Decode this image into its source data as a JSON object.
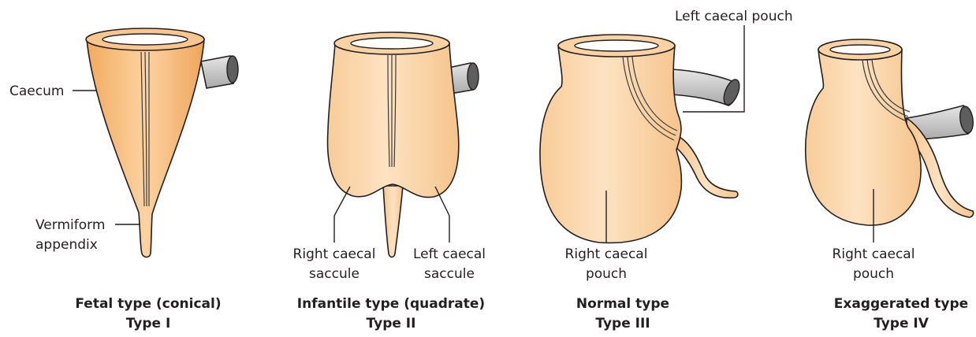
{
  "panels": [
    {
      "labels": {
        "caecum": "Caecum",
        "appendix_line1": "Vermiform",
        "appendix_line2": "appendix"
      },
      "caption": {
        "line1": "Fetal type (conical)",
        "line2": "Type I"
      }
    },
    {
      "labels": {
        "right_line1": "Right caecal",
        "right_line2": "saccule",
        "left_line1": "Left caecal",
        "left_line2": "saccule"
      },
      "caption": {
        "line1": "Infantile type (quadrate)",
        "line2": "Type II"
      }
    },
    {
      "labels": {
        "left_pouch": "Left caecal pouch",
        "right_line1": "Right caecal",
        "right_line2": "pouch"
      },
      "caption": {
        "line1": "Normal type",
        "line2": "Type III"
      }
    },
    {
      "labels": {
        "right_line1": "Right caecal",
        "right_line2": "pouch"
      },
      "caption": {
        "line1": "Exaggerated type",
        "line2": "Type IV"
      }
    }
  ],
  "colors": {
    "caecum_fill": "#fbd3a2",
    "caecum_fill_dark": "#f2aa5e",
    "ileum_fill": "#cfcfcf",
    "outline": "#231f20"
  }
}
